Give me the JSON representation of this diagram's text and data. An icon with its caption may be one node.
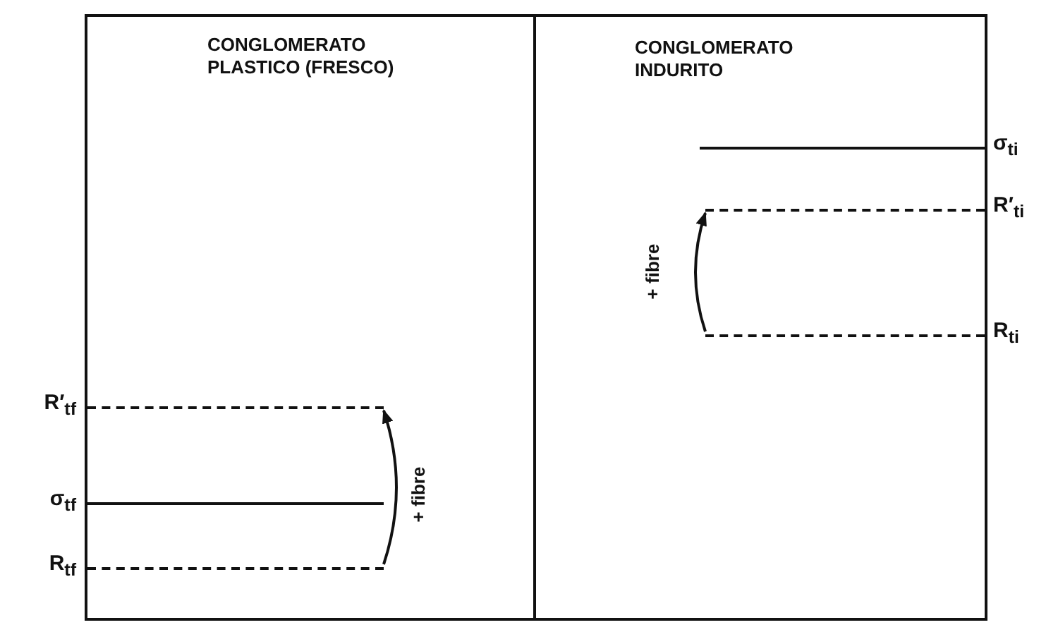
{
  "diagram": {
    "nodes": [
      {
        "text": [
          "CONGLOMERATO PLASTICO (FRESCO)"
        ]
      },
      {
        "text": [],
        "shape": "line",
        "in": 0,
        "beside": [
          "R′$_{tf}$"
        ]
      },
      {
        "text": [],
        "shape": "line",
        "in": 0,
        "beside": [
          "σ$_{tf}$"
        ]
      },
      {
        "text": [],
        "shape": "line",
        "in": 0,
        "beside": [
          "R$_{tf}$"
        ]
      },
      {
        "text": [
          "CONGLOMERATO INDURITO"
        ]
      },
      {
        "text": [],
        "shape": "line",
        "in": 4,
        "beside": [
          "σ$_{ti}$"
        ]
      },
      {
        "text": [],
        "shape": "line",
        "in": 4,
        "beside": [
          "R′$_{ti}$"
        ]
      },
      {
        "text": [],
        "shape": "line",
        "in": 4,
        "beside": [
          "R$_{ti}$"
        ]
      }
    ],
    "edges": [
      {
        "from": 3,
        "to": 1,
        "arrow": "to",
        "label": "+ fibre"
      },
      {
        "from": 7,
        "to": 6,
        "arrow": "to",
        "label": "+ fibre"
      }
    ]
  }
}
